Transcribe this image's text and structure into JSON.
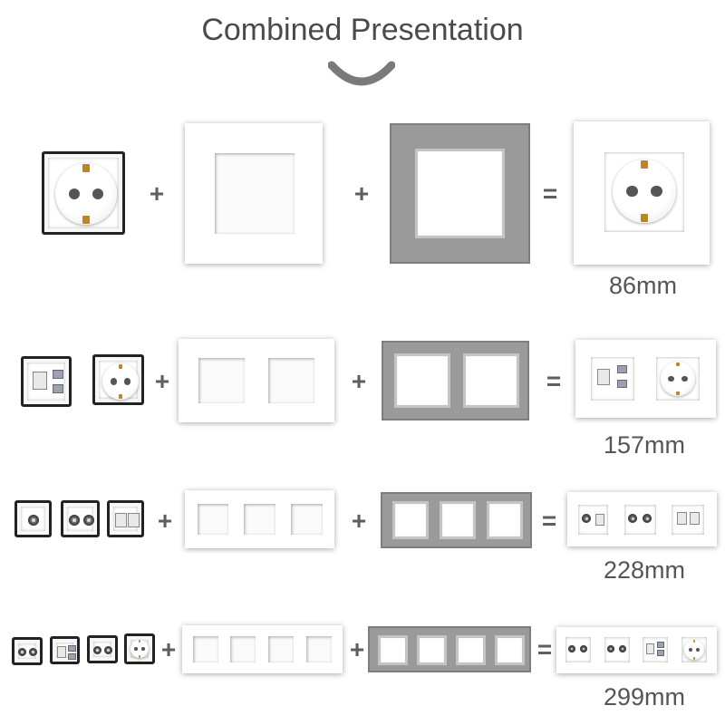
{
  "title": "Combined Presentation",
  "operators": {
    "plus": "+",
    "equals": "="
  },
  "rows": [
    {
      "gangs": 1,
      "dimension": "86mm",
      "modules": [
        "schuko-socket"
      ]
    },
    {
      "gangs": 2,
      "dimension": "157mm",
      "modules": [
        "rj45-usb-module",
        "schuko-socket"
      ]
    },
    {
      "gangs": 3,
      "dimension": "228mm",
      "modules": [
        "tv-module",
        "tv-sat-module",
        "rj45-double-module"
      ]
    },
    {
      "gangs": 4,
      "dimension": "299mm",
      "modules": [
        "tv-double-module",
        "rj45-usb-module",
        "tv-sat-module",
        "schuko-socket"
      ]
    }
  ],
  "colors": {
    "frame": "#9a9a9a",
    "plate": "#ffffff",
    "title_text": "#4a4a4a",
    "clip": "#b8862e"
  }
}
